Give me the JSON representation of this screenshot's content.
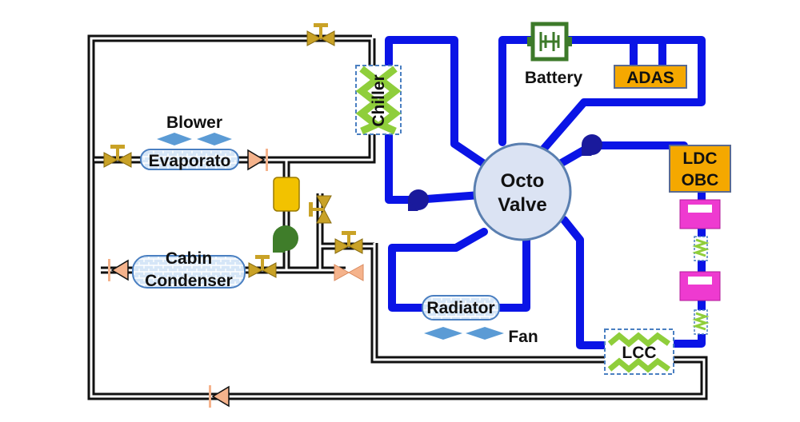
{
  "colors": {
    "refrigerant_line": "#111111",
    "coolant_line": "#0a14e6",
    "valve": "#c9a227",
    "check_valve": "#f5b38c",
    "accumulator": "#f2c200",
    "compressor": "#3f7d2a",
    "pump": "#1a1a9c",
    "heat_exchanger_fill": "#d6e6f7",
    "heat_exchanger_stroke": "#4a7fc1",
    "chiller_zigzag": "#8fce3b",
    "octo_valve_fill": "#dbe3f3",
    "octo_valve_stroke": "#5a7fb0",
    "battery": "#3d7a2a",
    "electronics_box": "#f5a800",
    "inverter": "#ee3ad0",
    "fan_blade": "#5b9bd5"
  },
  "components": {
    "blower": {
      "label": "Blower",
      "icon": "blower-fan-icon"
    },
    "evaporator": {
      "label": "Evaporato",
      "icon": "evaporator-icon"
    },
    "cabin_condenser": {
      "label_line1": "Cabin",
      "label_line2": "Condenser",
      "icon": "condenser-icon"
    },
    "chiller": {
      "label": "Chiller",
      "icon": "chiller-icon"
    },
    "octo_valve": {
      "label_line1": "Octo",
      "label_line2": "Valve",
      "icon": "octo-valve-icon"
    },
    "battery": {
      "label": "Battery",
      "icon": "battery-icon"
    },
    "adas": {
      "label": "ADAS"
    },
    "ldc_obc": {
      "label_line1": "LDC",
      "label_line2": "OBC"
    },
    "radiator": {
      "label": "Radiator",
      "icon": "radiator-icon"
    },
    "fan": {
      "label": "Fan",
      "icon": "fan-icon"
    },
    "lcc": {
      "label": "LCC",
      "icon": "lcc-icon"
    }
  }
}
